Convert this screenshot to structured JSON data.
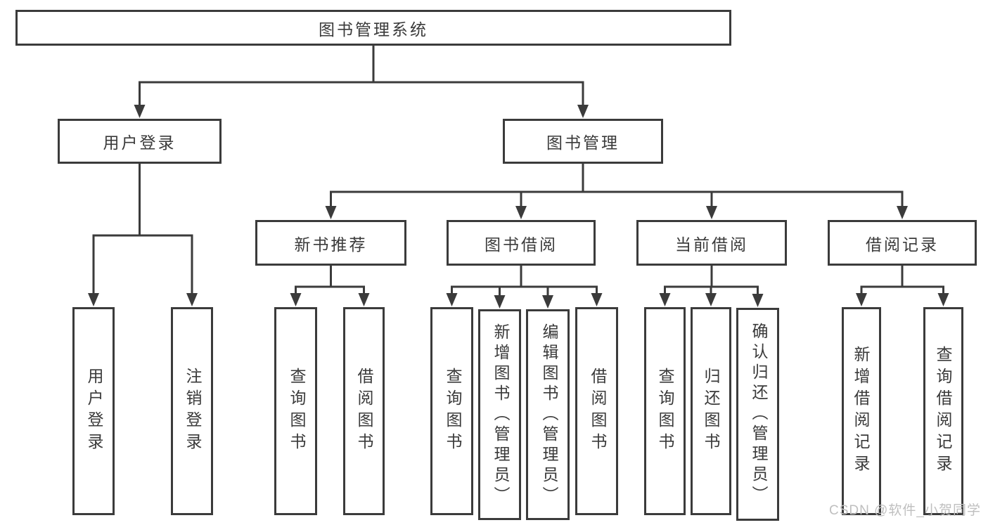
{
  "diagram": {
    "type": "function-structure-tree",
    "colors": {
      "line": "#3b3b3b",
      "text": "#3a3a3a",
      "box_background": "#ffffff",
      "watermark": "#bfbfbf"
    },
    "watermark": "CSDN @软件_小贺同学",
    "nodes": {
      "root": {
        "label": "图书管理系统"
      },
      "user_login": {
        "label": "用户登录"
      },
      "book_mgmt": {
        "label": "图书管理"
      },
      "new_book_rec": {
        "label": "新书推荐"
      },
      "book_borrow": {
        "label": "图书借阅"
      },
      "current_borrow": {
        "label": "当前借阅"
      },
      "borrow_records": {
        "label": "借阅记录"
      },
      "leaf_user_login": {
        "label": "用户登录"
      },
      "leaf_logout": {
        "label": "注销登录"
      },
      "leaf_rec_query": {
        "label": "查询图书"
      },
      "leaf_rec_borrow": {
        "label": "借阅图书"
      },
      "leaf_bb_query": {
        "label": "查询图书"
      },
      "leaf_bb_add": {
        "label": "新增图书（管理员）"
      },
      "leaf_bb_edit": {
        "label": "编辑图书（管理员）"
      },
      "leaf_bb_borrow": {
        "label": "借阅图书"
      },
      "leaf_cb_query": {
        "label": "查询图书"
      },
      "leaf_cb_return": {
        "label": "归还图书"
      },
      "leaf_cb_confirm": {
        "label": "确认归还（管理员）"
      },
      "leaf_br_add": {
        "label": "新增借阅记录"
      },
      "leaf_br_query": {
        "label": "查询借阅记录"
      }
    },
    "edges": [
      {
        "from": "root",
        "to": [
          "user_login",
          "book_mgmt"
        ]
      },
      {
        "from": "user_login",
        "to": [
          "leaf_user_login",
          "leaf_logout"
        ]
      },
      {
        "from": "book_mgmt",
        "to": [
          "new_book_rec",
          "book_borrow",
          "current_borrow",
          "borrow_records"
        ]
      },
      {
        "from": "new_book_rec",
        "to": [
          "leaf_rec_query",
          "leaf_rec_borrow"
        ]
      },
      {
        "from": "book_borrow",
        "to": [
          "leaf_bb_query",
          "leaf_bb_add",
          "leaf_bb_edit",
          "leaf_bb_borrow"
        ]
      },
      {
        "from": "current_borrow",
        "to": [
          "leaf_cb_query",
          "leaf_cb_return",
          "leaf_cb_confirm"
        ]
      },
      {
        "from": "borrow_records",
        "to": [
          "leaf_br_add",
          "leaf_br_query"
        ]
      }
    ]
  }
}
